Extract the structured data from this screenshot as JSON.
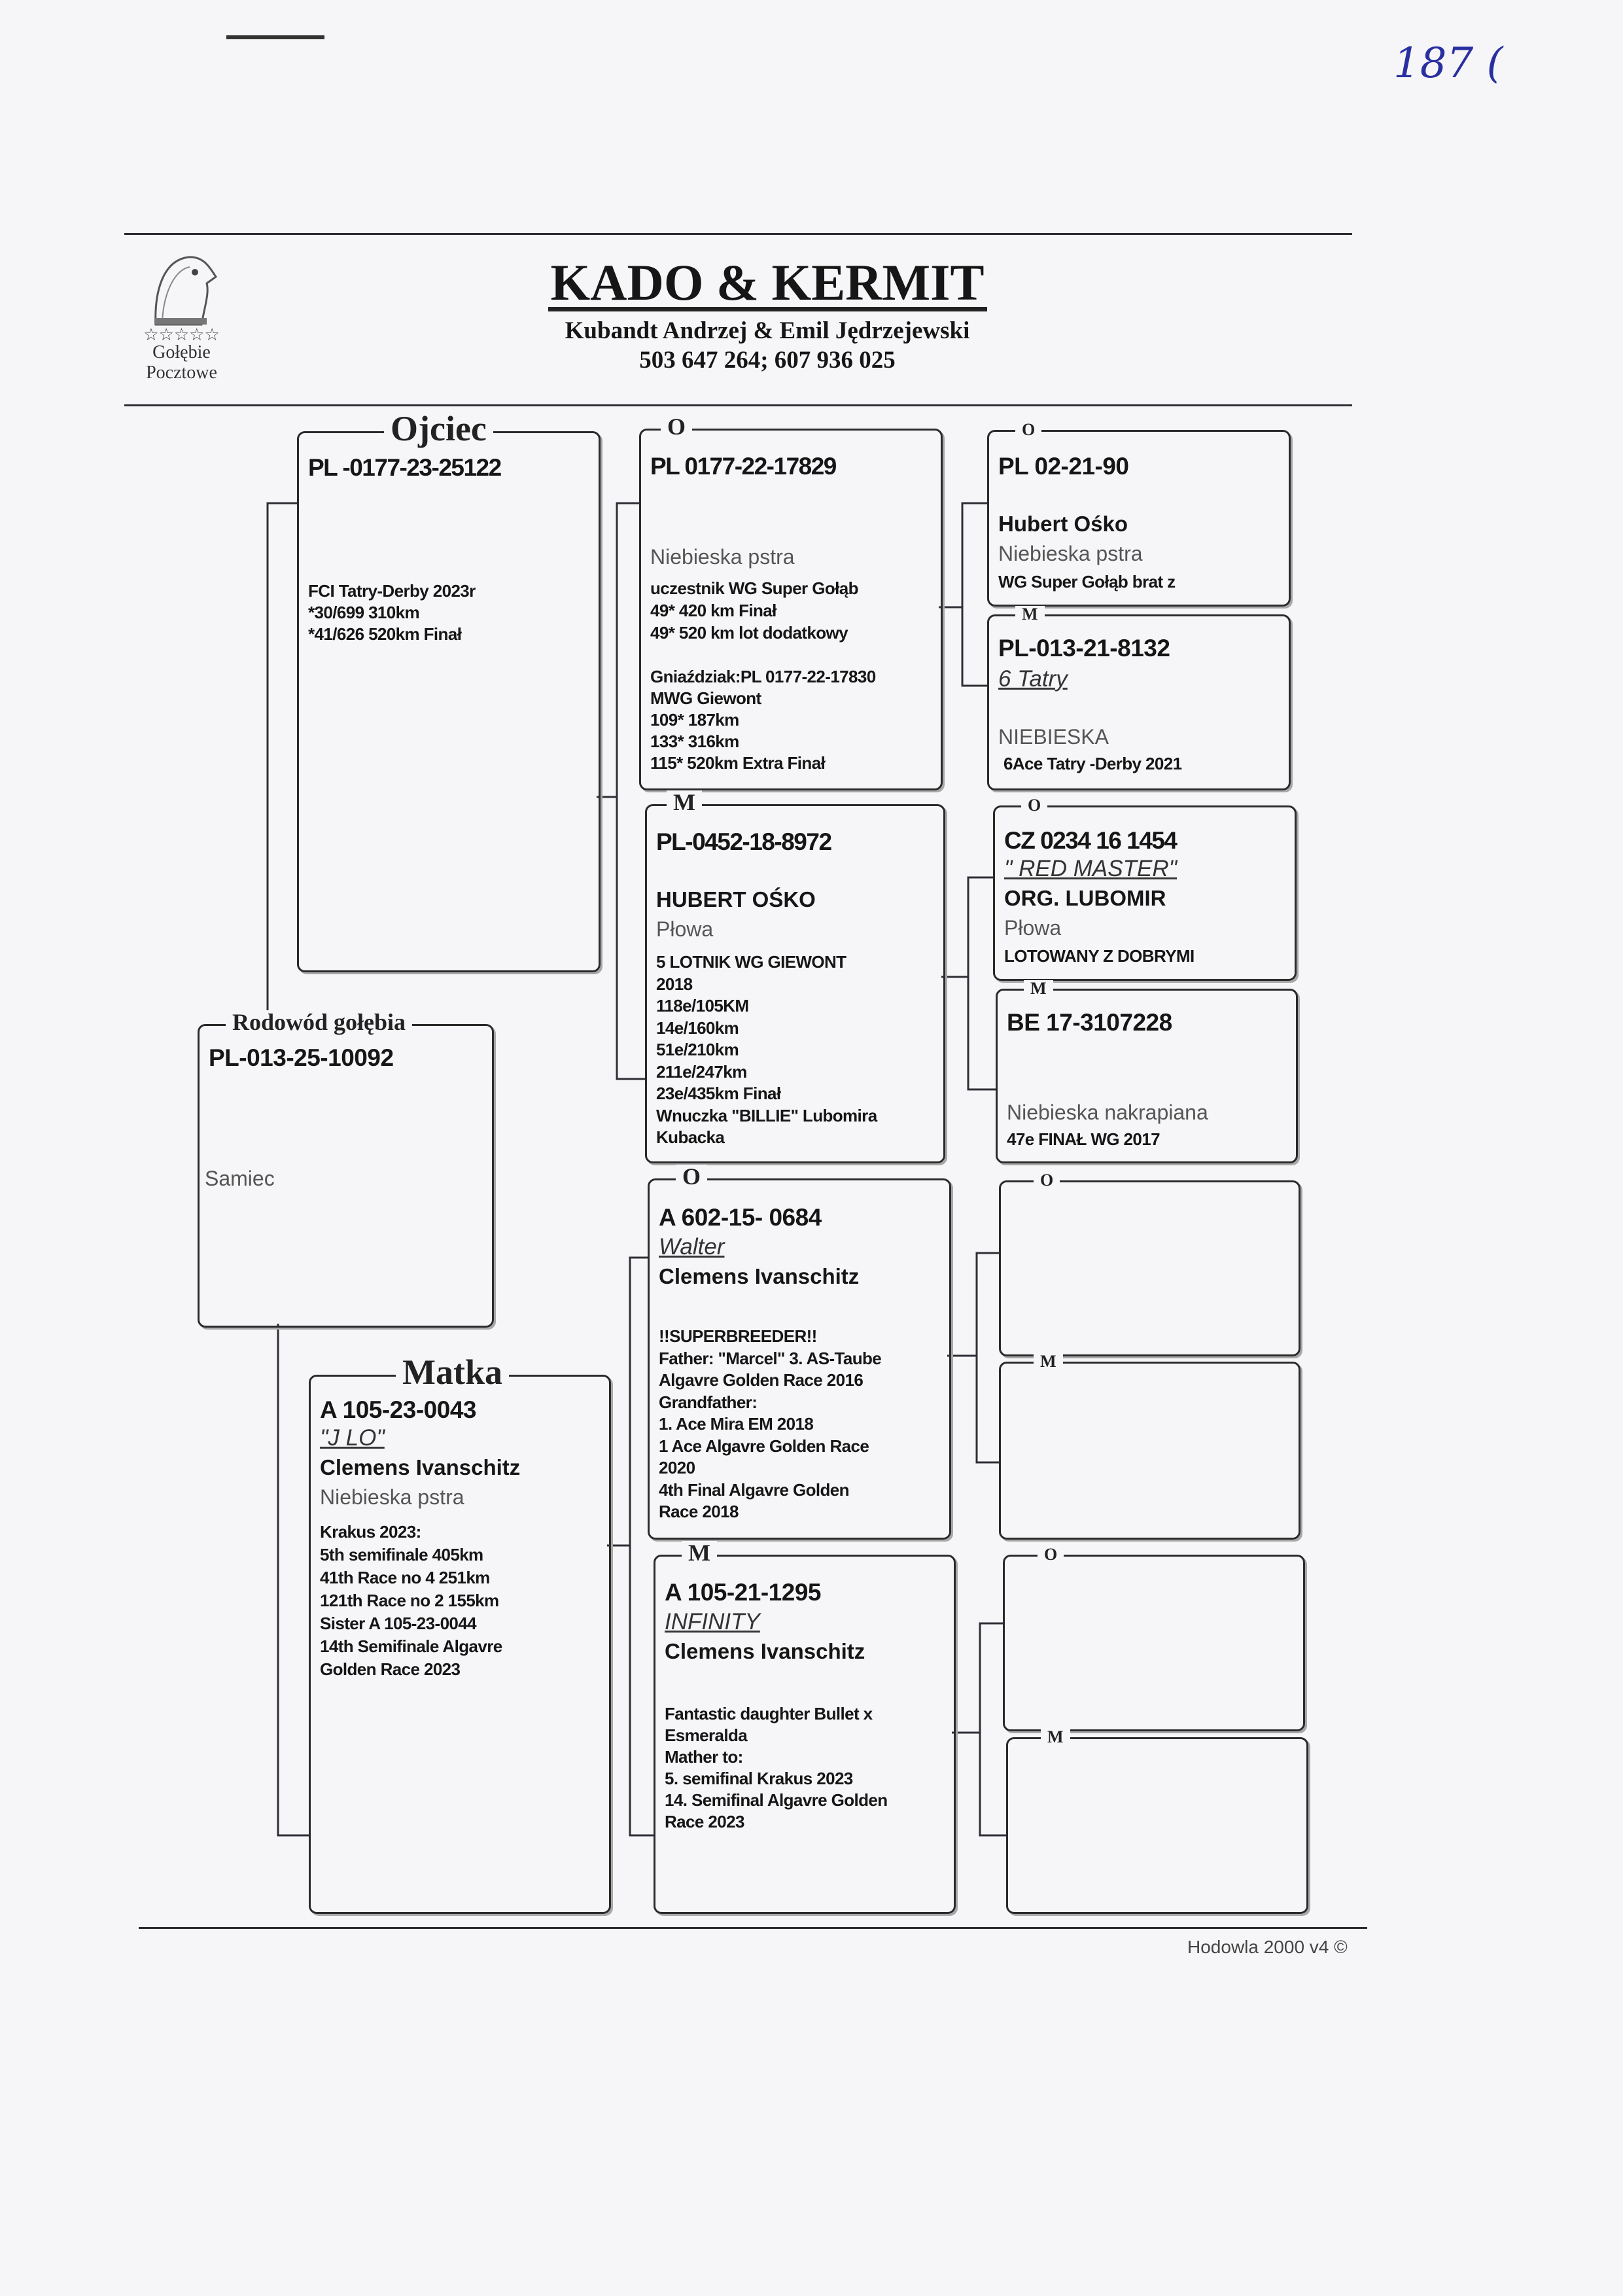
{
  "handwritten_mark": "187 (",
  "header": {
    "logo": {
      "stars": "☆☆☆☆☆",
      "line1": "Gołębie",
      "line2": "Pocztowe"
    },
    "title": "KADO & KERMIT",
    "subtitle": "Kubandt Andrzej & Emil Jędrzejewski",
    "phones": "503 647 264; 607 936 025"
  },
  "pigeon": {
    "legend": "Rodowód gołębia",
    "ring": "PL-013-25-10092",
    "sex": "Samiec"
  },
  "father": {
    "legend": "Ojciec",
    "ring": "PL -0177-23-25122",
    "notes": [
      "FCI Tatry-Derby  2023r",
      "*30/699 310km",
      "*41/626 520km Finał"
    ]
  },
  "father_father": {
    "legend": "O",
    "ring": "PL 0177-22-17829",
    "color": "Niebieska pstra",
    "notes": [
      "uczestnik WG Super Gołąb",
      "49*  420 km Finał",
      "49*  520 km lot dodatkowy"
    ],
    "notes2": [
      "Gniaździak:PL 0177-22-17830",
      "MWG Giewont",
      "109*  187km",
      "133* 316km",
      "115* 520km Extra Finał"
    ]
  },
  "father_mother": {
    "legend": "M",
    "ring": "PL-0452-18-8972",
    "breeder": "HUBERT OŚKO",
    "color": "Płowa",
    "notes": [
      "5 LOTNIK WG GIEWONT",
      "2018",
      "118e/105KM",
      "14e/160km",
      "51e/210km",
      "211e/247km",
      "23e/435km Finał",
      "Wnuczka \"BILLIE\" Lubomira",
      "Kubacka"
    ]
  },
  "ff_father": {
    "legend": "O",
    "ring": "PL 02-21-90",
    "breeder": "Hubert Ośko",
    "color": "Niebieska pstra",
    "note": "WG  Super Gołąb brat z"
  },
  "ff_mother": {
    "legend": "M",
    "ring": "PL-013-21-8132",
    "name": "6 Tatry",
    "color": "NIEBIESKA",
    "note": "6Ace Tatry -Derby 2021"
  },
  "fm_father": {
    "legend": "O",
    "ring": "CZ 0234 16 1454",
    "name": "\" RED MASTER\"",
    "breeder": "ORG. LUBOMIR",
    "color": "Płowa",
    "note": "LOTOWANY Z DOBRYMI"
  },
  "fm_mother": {
    "legend": "M",
    "ring": "BE 17-3107228",
    "color": "Niebieska nakrapiana",
    "note": "47e  FINAŁ WG 2017"
  },
  "mother": {
    "legend": "Matka",
    "ring": "A 105-23-0043",
    "name": "\"J LO\"",
    "breeder": "Clemens Ivanschitz",
    "color": "Niebieska pstra",
    "notes": [
      "Krakus 2023:",
      "5th semifinale 405km",
      "41th  Race no 4  251km",
      "121th  Race no 2 155km",
      "Sister A 105-23-0044",
      "14th Semifinale   Algavre",
      "Golden Race 2023"
    ]
  },
  "mother_father": {
    "legend": "O",
    "ring": "A 602-15- 0684",
    "name": "Walter",
    "breeder": "Clemens Ivanschitz",
    "notes": [
      "!!SUPERBREEDER!!",
      "Father: \"Marcel\" 3. AS-Taube",
      "Algavre Golden Race 2016",
      "Grandfather:",
      "1. Ace Mira EM 2018",
      "1 Ace Algavre Golden Race",
      "2020",
      "4th Final Algavre  Golden",
      "Race 2018"
    ]
  },
  "mother_mother": {
    "legend": "M",
    "ring": "A 105-21-1295",
    "name": "INFINITY",
    "breeder": "Clemens Ivanschitz",
    "notes": [
      "Fantastic daughter Bullet x",
      "Esmeralda",
      "Mather to:",
      "5. semifinal Krakus 2023",
      "14. Semifinal Algavre Golden",
      "Race 2023"
    ]
  },
  "mf_father": {
    "legend": "O"
  },
  "mf_mother": {
    "legend": "M"
  },
  "mm_father": {
    "legend": "O"
  },
  "mm_mother": {
    "legend": "M"
  },
  "footer": {
    "credit": "Hodowla 2000 v4 ©"
  },
  "colors": {
    "ink": "#161616",
    "line": "#2a2a2a",
    "secondary_text": "#555555",
    "handwriting": "#2a2fa0"
  }
}
